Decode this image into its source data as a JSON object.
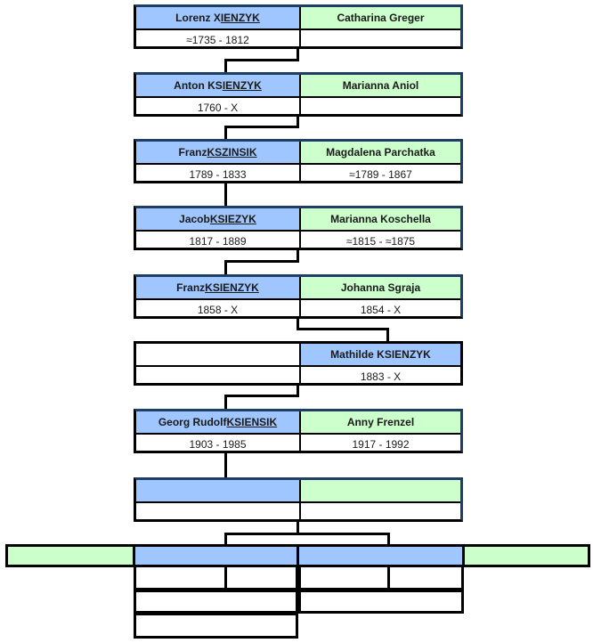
{
  "generations": [
    {
      "husband": {
        "given": "Lorenz X",
        "surname": "IENZYK",
        "dates": "≈1735 - 1812"
      },
      "wife": {
        "name": "Catharina Greger",
        "dates": ""
      }
    },
    {
      "husband": {
        "given": "Anton KS",
        "surname": "IENZYK",
        "dates": "1760 - X"
      },
      "wife": {
        "name": "Marianna Aniol",
        "dates": ""
      }
    },
    {
      "husband": {
        "given": "Franz ",
        "surname": "KSZINSIK",
        "dates": "1789 - 1833"
      },
      "wife": {
        "name": "Magdalena Parchatka",
        "dates": "≈1789 - 1867"
      }
    },
    {
      "husband": {
        "given": "Jacob ",
        "surname": "KSIEZYK",
        "dates": "1817 - 1889"
      },
      "wife": {
        "name": "Marianna Koschella",
        "dates": "≈1815 - ≈1875"
      }
    },
    {
      "husband": {
        "given": "Franz ",
        "surname": "KSIENZYK",
        "dates": "1858 - X"
      },
      "wife": {
        "name": "Johanna Sgraja",
        "dates": "1854 - X"
      }
    },
    {
      "husband": {
        "given": "",
        "surname": "",
        "dates": ""
      },
      "wife": {
        "name": "Mathilde KSIENZYK",
        "dates": "1883 - X"
      }
    },
    {
      "husband": {
        "given": "Georg Rudolf ",
        "surname": "KSIENSIK",
        "dates": "1903 - 1985"
      },
      "wife": {
        "name": "Anny Frenzel",
        "dates": "1917 - 1992"
      }
    },
    {
      "husband": {
        "given": "",
        "surname": "",
        "dates": ""
      },
      "wife": {
        "name": "",
        "dates": ""
      }
    }
  ],
  "colors": {
    "male": "#9fc6ff",
    "female": "#ccffcc",
    "border": "#000000",
    "accent_border": "#1f3e66"
  }
}
